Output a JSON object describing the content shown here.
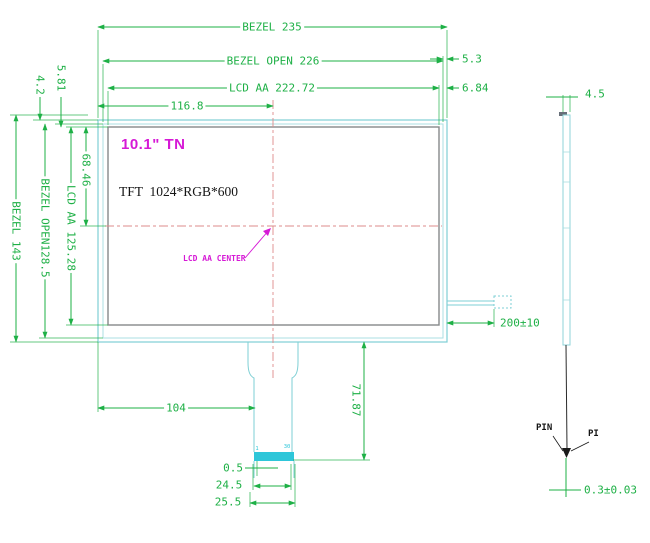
{
  "colors": {
    "dimension_green": "#1eb046",
    "outline_cyan": "#7ecfd4",
    "lcd_border_gray": "#85898a",
    "centerline_red": "#dd8b8b",
    "accent_magenta": "#d619d6",
    "connector_fill_cyan": "#2ec6d9",
    "ink_black": "#151515"
  },
  "front": {
    "model": "10.1\" TN",
    "resolution": "TFT  1024*RGB*600",
    "aa_center": "LCD AA CENTER",
    "pin_first": "1",
    "pin_last": "30"
  },
  "dims": {
    "bezel_w": "BEZEL 235",
    "open_w": "BEZEL OPEN 226",
    "aa_w": "LCD AA 222.72",
    "half_w": "116.8",
    "open_off_r": "5.3",
    "aa_off_r": "6.84",
    "bezel_h": "BEZEL 143",
    "open_h": "BEZEL OPEN128.5",
    "aa_h": "LCD AA 125.28",
    "half_h": "68.46",
    "open_off_t": "4.2",
    "aa_off_t": "5.81",
    "fpc_offset": "104",
    "fpc_len": "71.87",
    "stiffener": "0.5",
    "contact_w": "24.5",
    "fpc_w": "25.5",
    "thickness": "4.5",
    "wire_len": "200±10",
    "pin_thick": "0.3±0.03"
  },
  "side": {
    "pin": "PIN",
    "pi": "PI"
  }
}
